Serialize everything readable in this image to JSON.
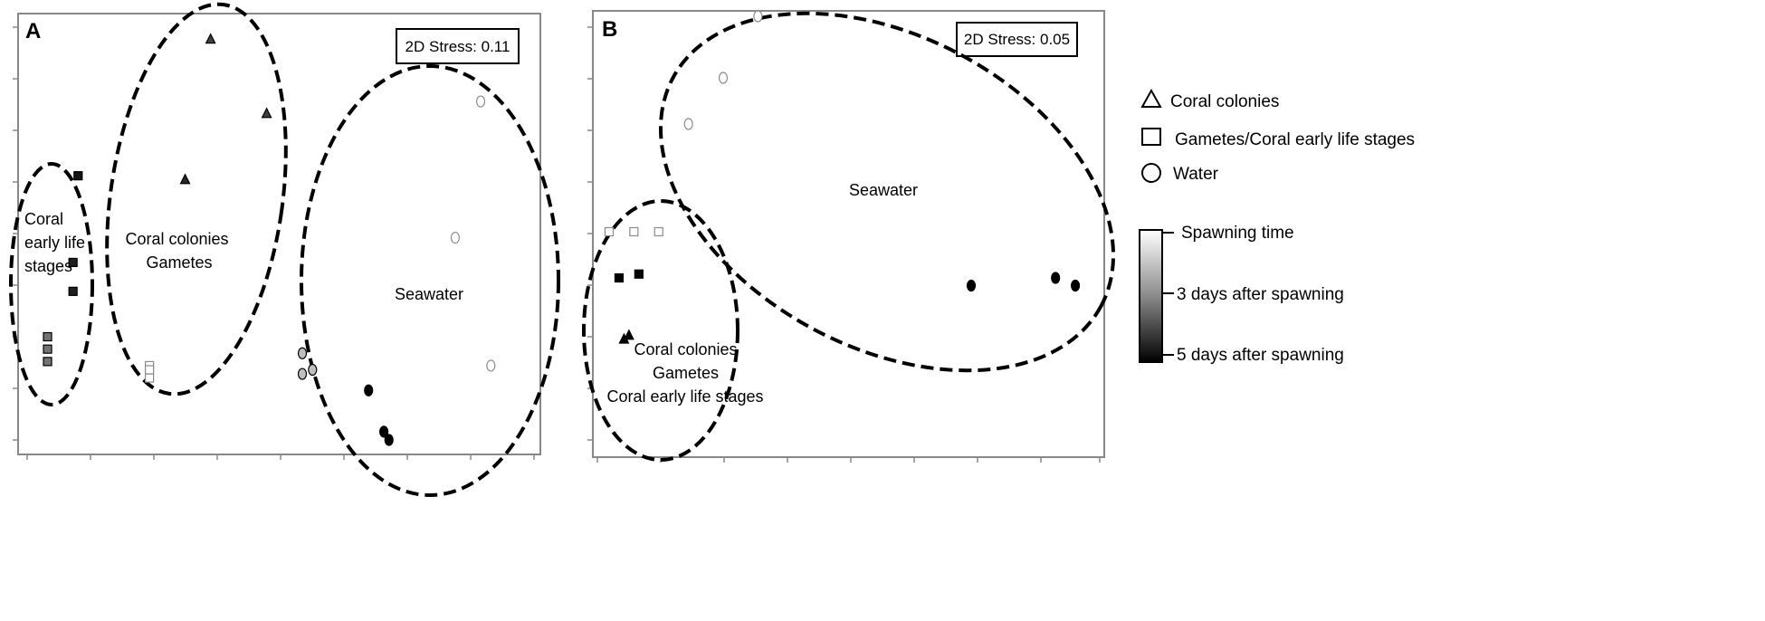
{
  "chart_data": [
    {
      "type": "scatter",
      "panel_label": "A",
      "stress_label": "2D Stress: 0.11",
      "group_labels": [
        [
          "Coral",
          "early life",
          "stages"
        ],
        [
          "Coral colonies",
          "Gametes"
        ],
        [
          "Seawater"
        ]
      ],
      "points": [
        {
          "x": 0.1,
          "y": 0.64,
          "marker": "square",
          "shade": 0.08
        },
        {
          "x": 0.09,
          "y": 0.43,
          "marker": "square",
          "shade": 0.12
        },
        {
          "x": 0.09,
          "y": 0.36,
          "marker": "square",
          "shade": 0.12
        },
        {
          "x": 0.04,
          "y": 0.25,
          "marker": "square",
          "shade": 0.45
        },
        {
          "x": 0.04,
          "y": 0.22,
          "marker": "square",
          "shade": 0.45
        },
        {
          "x": 0.04,
          "y": 0.19,
          "marker": "square",
          "shade": 0.45
        },
        {
          "x": 0.24,
          "y": 0.18,
          "marker": "square",
          "shade": 1.0
        },
        {
          "x": 0.24,
          "y": 0.17,
          "marker": "square",
          "shade": 1.0
        },
        {
          "x": 0.24,
          "y": 0.15,
          "marker": "square",
          "shade": 1.0
        },
        {
          "x": 0.36,
          "y": 0.97,
          "marker": "triangle",
          "shade": 0.25
        },
        {
          "x": 0.47,
          "y": 0.79,
          "marker": "triangle",
          "shade": 0.25
        },
        {
          "x": 0.31,
          "y": 0.63,
          "marker": "triangle",
          "shade": 0.15
        },
        {
          "x": 0.89,
          "y": 0.82,
          "marker": "circle",
          "shade": 1.0
        },
        {
          "x": 0.84,
          "y": 0.49,
          "marker": "circle",
          "shade": 1.0
        },
        {
          "x": 0.91,
          "y": 0.18,
          "marker": "circle",
          "shade": 1.0
        },
        {
          "x": 0.54,
          "y": 0.21,
          "marker": "circle",
          "shade": 0.75
        },
        {
          "x": 0.56,
          "y": 0.17,
          "marker": "circle",
          "shade": 0.75
        },
        {
          "x": 0.54,
          "y": 0.16,
          "marker": "circle",
          "shade": 0.75
        },
        {
          "x": 0.67,
          "y": 0.12,
          "marker": "circle",
          "shade": 0.0
        },
        {
          "x": 0.7,
          "y": 0.02,
          "marker": "circle",
          "shade": 0.0
        },
        {
          "x": 0.71,
          "y": 0.0,
          "marker": "circle",
          "shade": 0.0
        }
      ]
    },
    {
      "type": "scatter",
      "panel_label": "B",
      "stress_label": "2D Stress: 0.05",
      "group_labels": [
        [
          "Seawater"
        ],
        [
          "Coral colonies",
          "Gametes",
          "Coral early life stages"
        ]
      ],
      "points": [
        {
          "x": 0.32,
          "y": 1.0,
          "marker": "circle",
          "shade": 1.0
        },
        {
          "x": 0.25,
          "y": 0.84,
          "marker": "circle",
          "shade": 1.0
        },
        {
          "x": 0.18,
          "y": 0.72,
          "marker": "circle",
          "shade": 1.0
        },
        {
          "x": 0.02,
          "y": 0.44,
          "marker": "square",
          "shade": 1.0
        },
        {
          "x": 0.07,
          "y": 0.44,
          "marker": "square",
          "shade": 1.0
        },
        {
          "x": 0.12,
          "y": 0.44,
          "marker": "square",
          "shade": 1.0
        },
        {
          "x": 0.04,
          "y": 0.32,
          "marker": "square",
          "shade": 0.0
        },
        {
          "x": 0.08,
          "y": 0.33,
          "marker": "square",
          "shade": 0.0
        },
        {
          "x": 0.06,
          "y": 0.17,
          "marker": "triangle",
          "shade": 0.0
        },
        {
          "x": 0.05,
          "y": 0.16,
          "marker": "triangle",
          "shade": 0.0
        },
        {
          "x": 0.75,
          "y": 0.3,
          "marker": "circle",
          "shade": 0.0
        },
        {
          "x": 0.92,
          "y": 0.32,
          "marker": "circle",
          "shade": 0.0
        },
        {
          "x": 0.96,
          "y": 0.3,
          "marker": "circle",
          "shade": 0.0
        }
      ]
    }
  ],
  "legend": {
    "markers": [
      {
        "marker": "triangle",
        "label": "Coral colonies"
      },
      {
        "marker": "square",
        "label": "Gametes/Coral early life stages"
      },
      {
        "marker": "circle",
        "label": "Water"
      }
    ],
    "color_scale": [
      "Spawning time",
      "3 days after spawning",
      "5 days after spawning"
    ]
  }
}
